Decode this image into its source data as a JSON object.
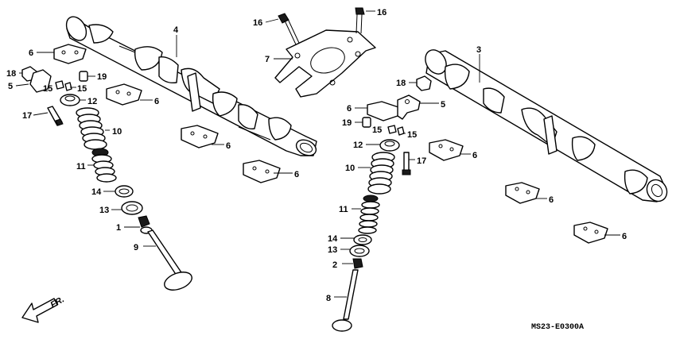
{
  "diagram": {
    "code": "MS23-E0300A",
    "direction_label": "FR.",
    "callouts": {
      "c1": "1",
      "c2": "2",
      "c3": "3",
      "c4": "4",
      "c5a": "5",
      "c5b": "5",
      "c6a": "6",
      "c6b": "6",
      "c6c": "6",
      "c6d": "6",
      "c6e": "6",
      "c6f": "6",
      "c6g": "6",
      "c6h": "6",
      "c7": "7",
      "c8": "8",
      "c9": "9",
      "c10a": "10",
      "c10b": "10",
      "c11a": "11",
      "c11b": "11",
      "c12a": "12",
      "c12b": "12",
      "c13a": "13",
      "c13b": "13",
      "c14a": "14",
      "c14b": "14",
      "c15a": "15",
      "c15b": "15",
      "c15c": "15",
      "c15d": "15",
      "c16a": "16",
      "c16b": "16",
      "c17a": "17",
      "c17b": "17",
      "c18a": "18",
      "c18b": "18",
      "c19a": "19",
      "c19b": "19"
    }
  }
}
